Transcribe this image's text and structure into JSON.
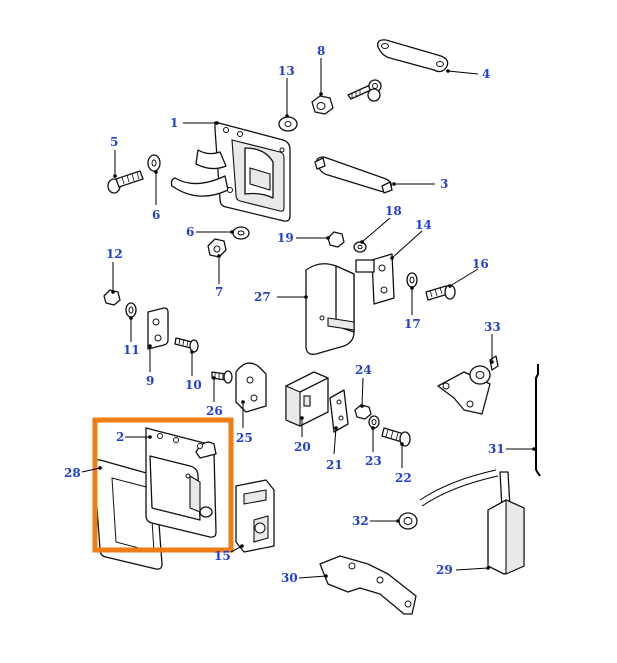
{
  "diagram": {
    "highlight_color": "#f07c14",
    "callout_color": "#1f3fd6",
    "callouts": {
      "c1": "1",
      "c2": "2",
      "c3": "3",
      "c4": "4",
      "c5": "5",
      "c6a": "6",
      "c6b": "6",
      "c7": "7",
      "c8": "8",
      "c9": "9",
      "c10": "10",
      "c11": "11",
      "c12": "12",
      "c13": "13",
      "c14": "14",
      "c15": "15",
      "c16": "16",
      "c17": "17",
      "c18": "18",
      "c19": "19",
      "c20": "20",
      "c21": "21",
      "c22": "22",
      "c23": "23",
      "c24": "24",
      "c25": "25",
      "c26": "26",
      "c27": "27",
      "c28": "28",
      "c29": "29",
      "c30": "30",
      "c31": "31",
      "c32": "32",
      "c33": "33"
    }
  }
}
